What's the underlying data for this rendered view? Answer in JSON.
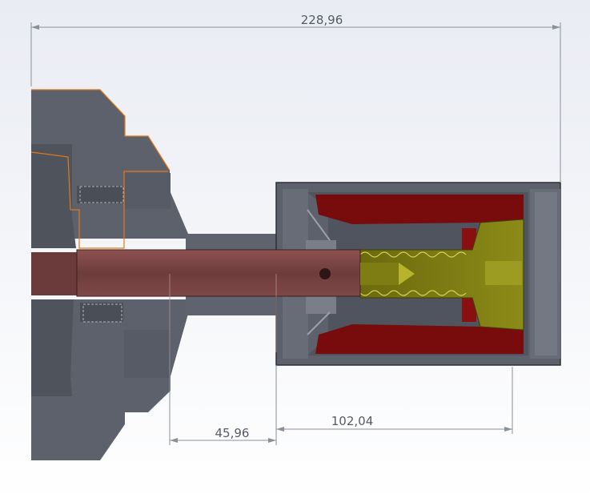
{
  "drawing": {
    "dimensions": {
      "overall": "228,96",
      "bottom_left": "45,96",
      "bottom_right": "102,04"
    },
    "colors": {
      "background_top": "#eef0f5",
      "background_bottom": "#ffffff",
      "body_steel": "#5e626d",
      "body_dark": "#4d515a",
      "shaft": "#7a4545",
      "magnet_red": "#7a0c0c",
      "piston_olive": "#7b7a12",
      "edge_orange": "#e07a1a",
      "dimension_line": "#8a8f98"
    }
  }
}
